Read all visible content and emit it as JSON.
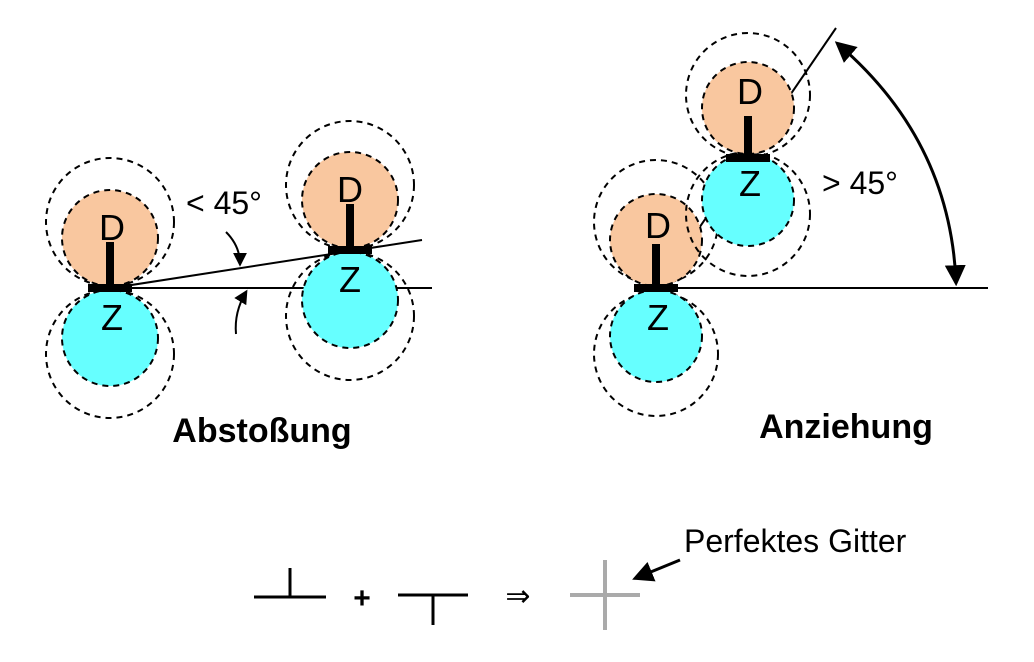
{
  "colors": {
    "d_fill": "#F9C79F",
    "z_fill": "#66FFFF",
    "line": "#000000",
    "perfect_lattice": "#AAAAAA"
  },
  "left_panel": {
    "caption": "Abstoßung",
    "angle_label": "< 45°",
    "d_label": "D",
    "z_label": "Z"
  },
  "right_panel": {
    "caption": "Anziehung",
    "angle_label": "> 45°",
    "d_label": "D",
    "z_label": "Z"
  },
  "bottom": {
    "plus": "+",
    "implies": "⇒",
    "perfect_lattice_label": "Perfektes Gitter"
  }
}
